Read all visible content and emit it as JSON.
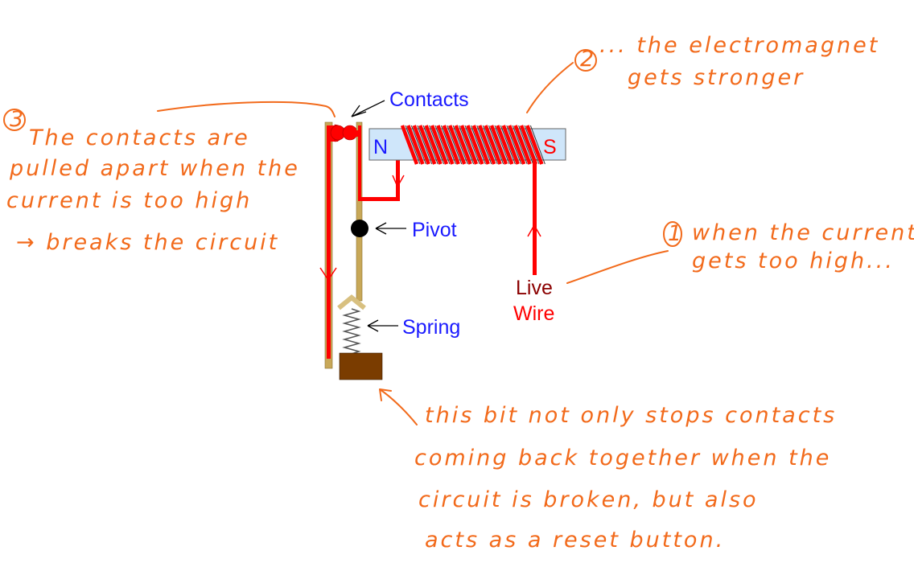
{
  "diagram": {
    "labels": {
      "contacts": "Contacts",
      "pivot": "Pivot",
      "spring": "Spring",
      "north": "N",
      "south": "S",
      "live": "Live",
      "wire": "Wire"
    },
    "annotations": {
      "note3": {
        "number": "3",
        "lines": [
          "The contacts are",
          "pulled apart when the",
          "current is too high",
          "→ breaks the circuit"
        ]
      },
      "note2": {
        "number": "2",
        "lines": [
          "... the electromagnet",
          "gets stronger"
        ]
      },
      "note1": {
        "number": "1",
        "lines": [
          "when the current",
          "gets too high..."
        ]
      },
      "note_bottom": {
        "lines": [
          "this bit not only stops contacts",
          "coming back together when the",
          "circuit is broken, but also",
          "acts as a reset button."
        ]
      }
    },
    "colors": {
      "wire": "#ff0000",
      "rod": "#c8a858",
      "magnet": "#cfe6fa",
      "block": "#7a3c00",
      "label": "#1a1aff",
      "live_label": "#8b0000",
      "annotation": "#f26a1b"
    }
  }
}
